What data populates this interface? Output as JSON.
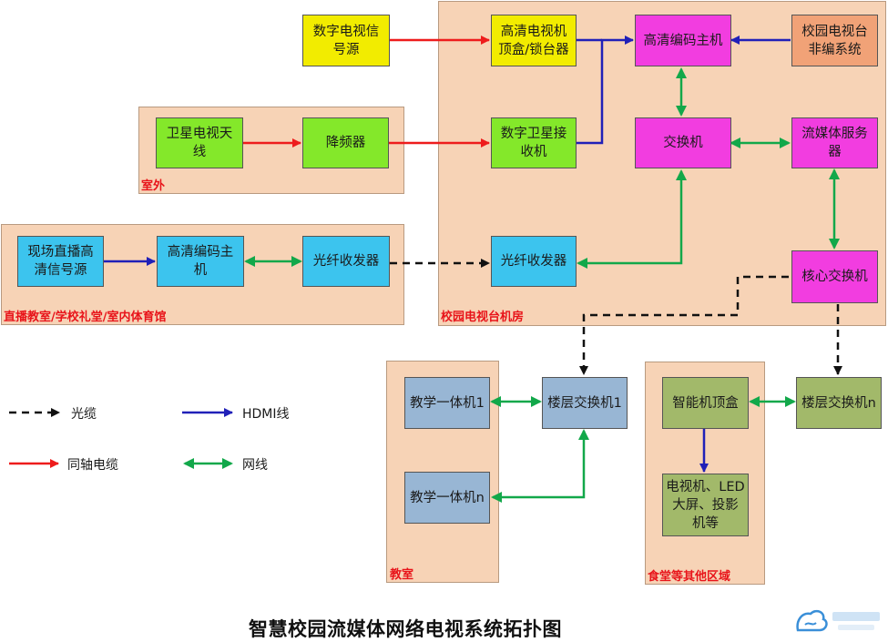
{
  "title": "智慧校园流媒体网络电视系统拓扑图",
  "regions": {
    "outdoor": "室外",
    "live_venues": "直播教室/学校礼堂/室内体育馆",
    "machine_room": "校园电视台机房",
    "classroom": "教室",
    "other_areas": "食堂等其他区域"
  },
  "nodes": {
    "dtv_source": [
      "数字电视信",
      "号源"
    ],
    "hd_stb": [
      "高清电视机",
      "顶盒/锁台器"
    ],
    "hd_encoder_room": [
      "高清编码主机"
    ],
    "nonlinear_edit": [
      "校园电视台",
      "非编系统"
    ],
    "sat_antenna": [
      "卫星电视天",
      "线"
    ],
    "downconverter": [
      "降频器"
    ],
    "dsat_receiver": [
      "数字卫星接",
      "收机"
    ],
    "switch": [
      "交换机"
    ],
    "stream_server": [
      "流媒体服务",
      "器"
    ],
    "live_source": [
      "现场直播高",
      "清信号源"
    ],
    "hd_encoder_live": [
      "高清编码主",
      "机"
    ],
    "fiber_tx": [
      "光纤收发器"
    ],
    "fiber_rx": [
      "光纤收发器"
    ],
    "core_switch": [
      "核心交换机"
    ],
    "teaching_pc_1": [
      "教学一体机1"
    ],
    "floor_switch_1": [
      "楼层交换机1"
    ],
    "teaching_pc_n": [
      "教学一体机n"
    ],
    "smart_stb": [
      "智能机顶盒"
    ],
    "floor_switch_n": [
      "楼层交换机n"
    ],
    "displays": [
      "电视机、LED",
      "大屏、投影",
      "机等"
    ]
  },
  "legend": {
    "fiber": "光缆",
    "hdmi": "HDMI线",
    "coax": "同轴电缆",
    "network": "网线"
  },
  "colors": {
    "coax": "#ee1c1c",
    "hdmi": "#2020b8",
    "network": "#12a84a",
    "fiber": "#111111"
  }
}
